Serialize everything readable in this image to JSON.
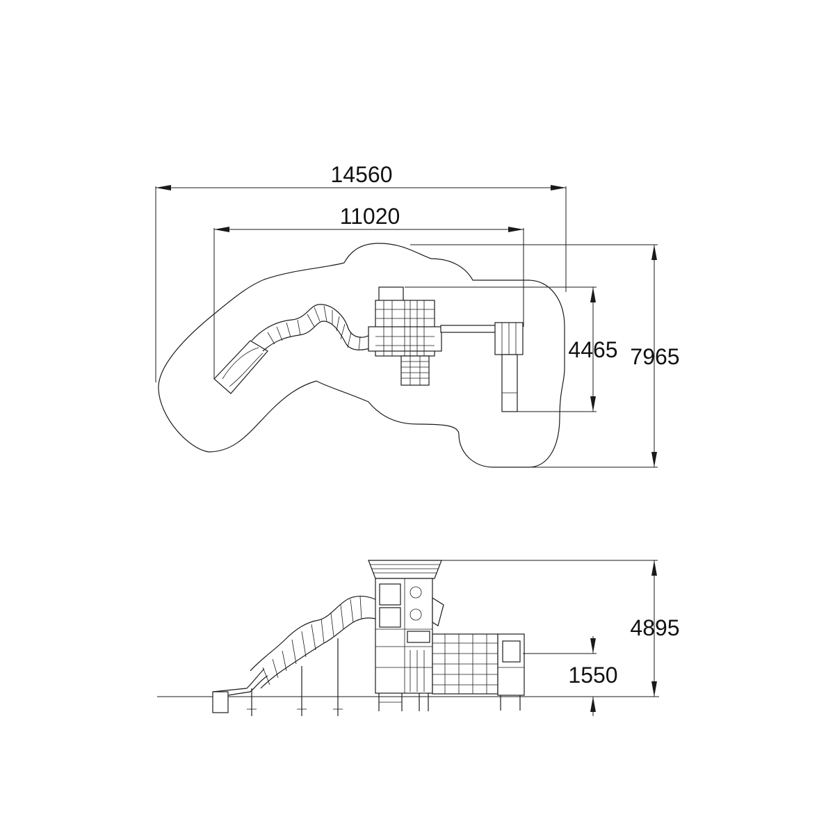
{
  "dimensions": {
    "plan_total_length": "14560",
    "plan_structure_length": "11020",
    "plan_structure_depth": "4465",
    "plan_total_depth": "7965",
    "elevation_total_height": "4895",
    "elevation_platform_height": "1550"
  },
  "colors": {
    "line": "#1a1a1a",
    "background": "#ffffff"
  }
}
